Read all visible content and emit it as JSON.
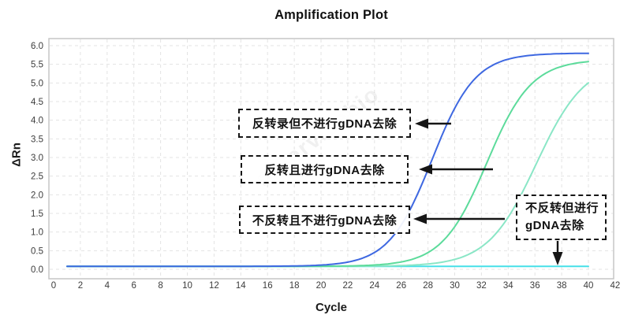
{
  "title": "Amplification Plot",
  "watermark": "Servicebio",
  "chart_data": {
    "type": "line",
    "title": "Amplification Plot",
    "xlabel": "Cycle",
    "ylabel": "ΔRn",
    "xlim": [
      0,
      42
    ],
    "ylim": [
      0,
      6.0
    ],
    "x_ticks": [
      0,
      2,
      4,
      6,
      8,
      10,
      12,
      14,
      16,
      18,
      20,
      22,
      24,
      26,
      28,
      30,
      32,
      34,
      36,
      38,
      40,
      42
    ],
    "y_ticks": [
      "0.0",
      "0.5",
      "1.0",
      "1.5",
      "2.0",
      "2.5",
      "3.0",
      "3.5",
      "4.0",
      "4.5",
      "5.0",
      "5.5",
      "6.0"
    ],
    "grid": true,
    "grid_color": "#e3e3e3",
    "frame_color": "#c6c6c6",
    "series": [
      {
        "id": "no-rt-with-gdna-removal",
        "name": "不反转但进行gDNA去除",
        "color": "#46e0e8",
        "shape": "flat",
        "baseline": 0.08,
        "plateau": 0,
        "ct_midpoint": null,
        "slope": 0,
        "x_start": 1,
        "x_end": 40,
        "end_value": 0.08
      },
      {
        "id": "no-rt-no-gdna-removal",
        "name": "不反转且不进行gDNA去除",
        "color": "#8ae6c6",
        "shape": "sigmoid",
        "baseline": 0.08,
        "plateau": 5.5,
        "ct_midpoint": 36.1,
        "slope": 0.55,
        "x_start": 1,
        "x_end": 40,
        "end_value": 5.0
      },
      {
        "id": "rt-with-gdna-removal",
        "name": "反转且进行gDNA去除",
        "color": "#5cdb9b",
        "shape": "sigmoid",
        "baseline": 0.08,
        "plateau": 5.55,
        "ct_midpoint": 32.4,
        "slope": 0.6,
        "x_start": 1,
        "x_end": 40,
        "end_value": 5.57
      },
      {
        "id": "rt-no-gdna-removal",
        "name": "反转录但不进行gDNA去除",
        "color": "#3e68e1",
        "shape": "sigmoid",
        "baseline": 0.08,
        "plateau": 5.72,
        "ct_midpoint": 28.3,
        "slope": 0.62,
        "x_start": 1,
        "x_end": 40,
        "end_value": 5.8
      }
    ],
    "annotations": [
      {
        "label": "反转录但不进行gDNA去除",
        "target": "rt-no-gdna-removal"
      },
      {
        "label": "反转且进行gDNA去除",
        "target": "rt-with-gdna-removal"
      },
      {
        "label": "不反转且不进行gDNA去除",
        "target": "no-rt-no-gdna-removal"
      },
      {
        "label": "不反转但进行\ngDNA去除",
        "target": "no-rt-with-gdna-removal"
      }
    ]
  }
}
